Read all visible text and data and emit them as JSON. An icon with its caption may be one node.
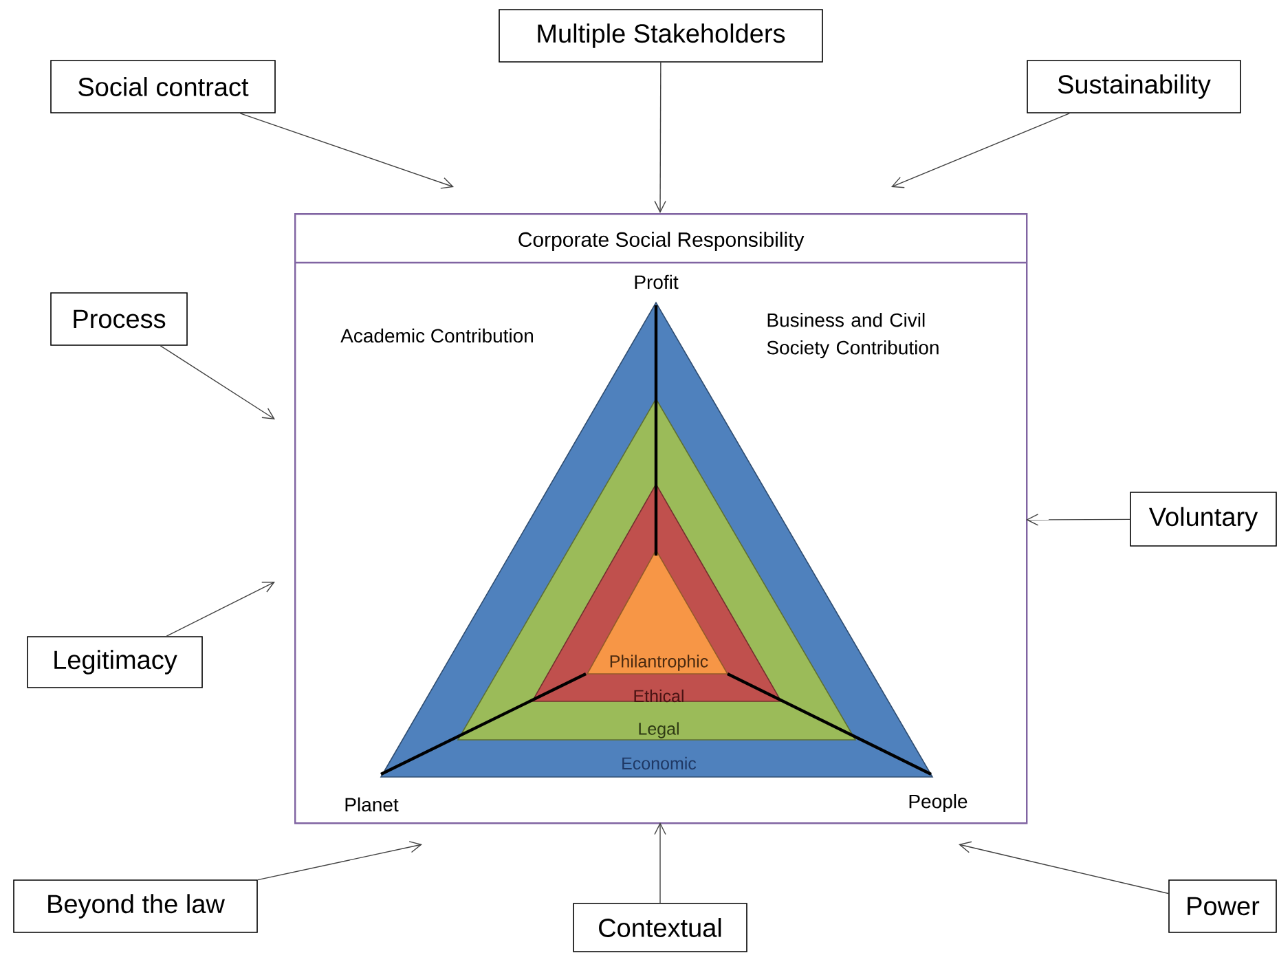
{
  "diagram": {
    "nodes": [
      {
        "text": [
          "Social contract"
        ]
      },
      {
        "text": [
          "Multiple Stakeholders"
        ]
      },
      {
        "text": [
          "Sustainability"
        ]
      },
      {
        "text": [
          "Process"
        ]
      },
      {
        "text": [
          "Voluntary"
        ]
      },
      {
        "text": [
          "Legitimacy"
        ]
      },
      {
        "text": [
          "Beyond the law"
        ]
      },
      {
        "text": [
          "Contextual"
        ]
      },
      {
        "text": [
          "Power"
        ]
      },
      {
        "text": [
          "Corporate Social Responsibility"
        ]
      },
      {
        "text": [
          "Economic"
        ],
        "in": 9
      },
      {
        "text": [
          "Legal"
        ],
        "in": 10
      },
      {
        "text": [
          "Ethical"
        ],
        "in": 11
      },
      {
        "text": [
          "Philantrophic"
        ],
        "in": 12
      }
    ],
    "edges": [
      {
        "from": 0,
        "to": 9,
        "arrow": "to"
      },
      {
        "from": 1,
        "to": 9,
        "arrow": "to"
      },
      {
        "from": 2,
        "to": 9,
        "arrow": "to"
      },
      {
        "from": 3,
        "to": 9,
        "arrow": "to"
      },
      {
        "from": 4,
        "to": 9,
        "arrow": "to"
      },
      {
        "from": 5,
        "to": 9,
        "arrow": "to"
      },
      {
        "from": 6,
        "to": 9,
        "arrow": "to"
      },
      {
        "from": 7,
        "to": 9,
        "arrow": "to"
      },
      {
        "from": 8,
        "to": 9,
        "arrow": "to"
      }
    ],
    "labels": [
      "Profit",
      "Academic Contribution",
      "Business and Civil Society Contribution",
      "Planet",
      "People"
    ]
  }
}
